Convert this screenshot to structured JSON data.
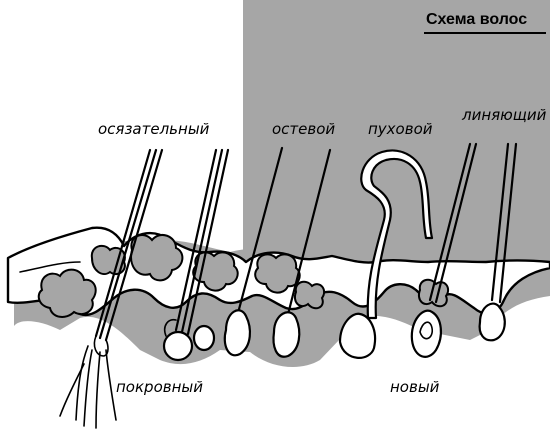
{
  "title": "Схема волос",
  "labels": {
    "tactile": "осязательный",
    "guard": "остевой",
    "down": "пуховой",
    "shedding": "линяющий",
    "covering": "покровный",
    "new": "новый"
  },
  "colors": {
    "background_right": "#a6a6a6",
    "background_left": "#ffffff",
    "skin": "#ffffff",
    "shadow": "#a6a6a6",
    "ink": "#000000",
    "gland": "#a6a6a6"
  }
}
